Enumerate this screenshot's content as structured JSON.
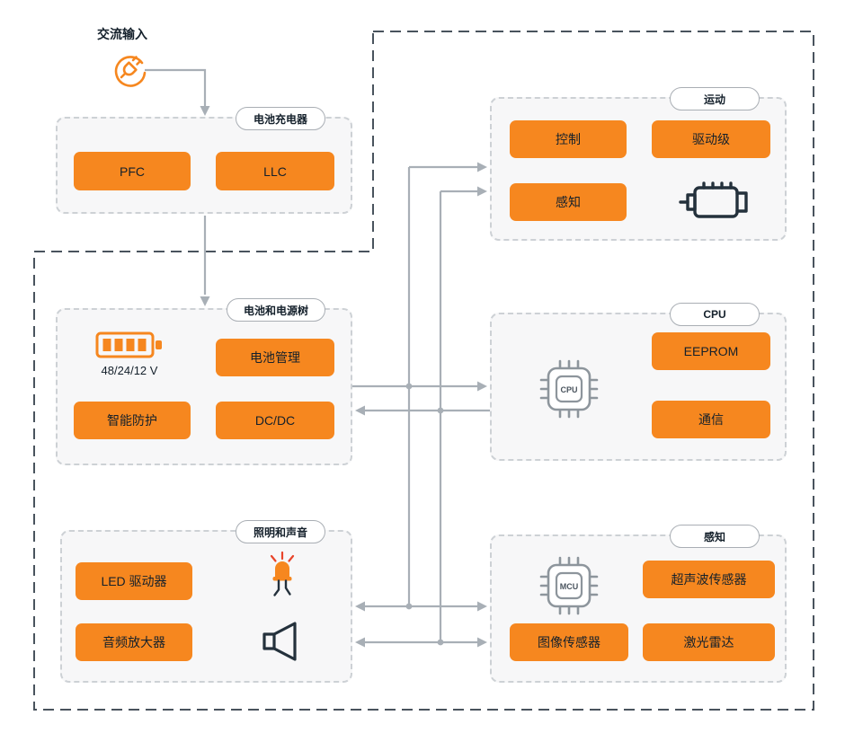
{
  "colors": {
    "accent_orange": "#F6871F",
    "line_gray": "#A8AFB6",
    "boundary_gray": "#49535D",
    "box_background": "#F7F7F8",
    "text_dark": "#14202B"
  },
  "icons": {
    "plug": "plug-icon",
    "battery": "battery-icon",
    "motor": "motor-icon",
    "cpu_chip": "cpu-chip-icon",
    "mcu_chip": "mcu-chip-icon",
    "led": "led-icon",
    "speaker": "speaker-icon"
  },
  "ac_input": {
    "label": "交流输入"
  },
  "charger": {
    "title": "电池充电器",
    "pfc": "PFC",
    "llc": "LLC"
  },
  "power": {
    "title": "电池和电源树",
    "battery_voltage": "48/24/12 V",
    "battery_mgmt": "电池管理",
    "smart_protection": "智能防护",
    "dcdc": "DC/DC"
  },
  "lighting": {
    "title": "照明和声音",
    "led_driver": "LED 驱动器",
    "audio_amp": "音频放大器"
  },
  "motion": {
    "title": "运动",
    "control": "控制",
    "drive_stage": "驱动级",
    "sensing": "感知"
  },
  "cpu": {
    "title": "CPU",
    "chip": "CPU",
    "eeprom": "EEPROM",
    "comms": "通信"
  },
  "perception": {
    "title": "感知",
    "chip": "MCU",
    "ultrasonic": "超声波传感器",
    "image_sensor": "图像传感器",
    "lidar": "激光雷达"
  }
}
